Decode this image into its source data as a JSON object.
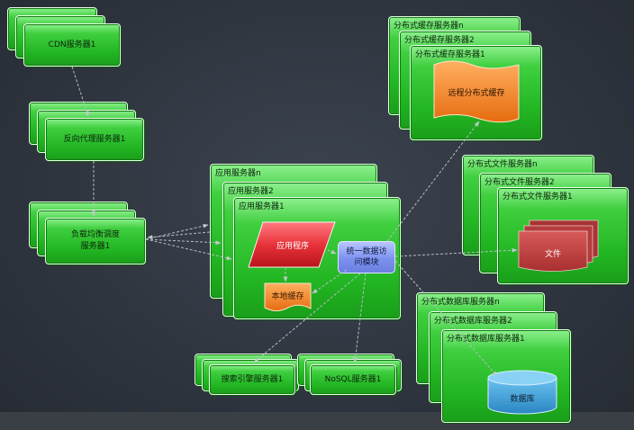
{
  "nodes": {
    "cdn": {
      "label": "CDN服务器1"
    },
    "reverse_proxy": {
      "label": "反向代理服务器1"
    },
    "load_balancer": {
      "line1": "负载均衡调度",
      "line2": "服务器1"
    },
    "app_servers": {
      "n": "应用服务器n",
      "s2": "应用服务器2",
      "s1": "应用服务器1"
    },
    "app_program": {
      "label": "应用程序"
    },
    "local_cache": {
      "label": "本地缓存"
    },
    "unified_data_access": {
      "line1": "统一数据访",
      "line2": "问模块"
    },
    "cache_servers": {
      "n": "分布式缓存服务器n",
      "s2": "分布式缓存服务器2",
      "s1": "分布式缓存服务器1"
    },
    "remote_cache": {
      "label": "远程分布式缓存"
    },
    "file_servers": {
      "n": "分布式文件服务器n",
      "s2": "分布式文件服务器2",
      "s1": "分布式文件服务器1"
    },
    "file": {
      "label": "文件"
    },
    "db_servers": {
      "n": "分布式数据库服务器n",
      "s2": "分布式数据库服务器2",
      "s1": "分布式数据库服务器1"
    },
    "database": {
      "label": "数据库"
    },
    "search_engine": {
      "label": "搜索引擎服务器1"
    },
    "nosql": {
      "label": "NoSQL服务器1"
    }
  },
  "colors": {
    "card_green": "#22b522",
    "app_program_red": "#e8333a",
    "cache_orange": "#f07c1a",
    "file_red": "#c84747",
    "database_blue": "#3f9fd8",
    "access_module_blue": "#7d91ef",
    "edge_gray": "#b7bcc3"
  }
}
